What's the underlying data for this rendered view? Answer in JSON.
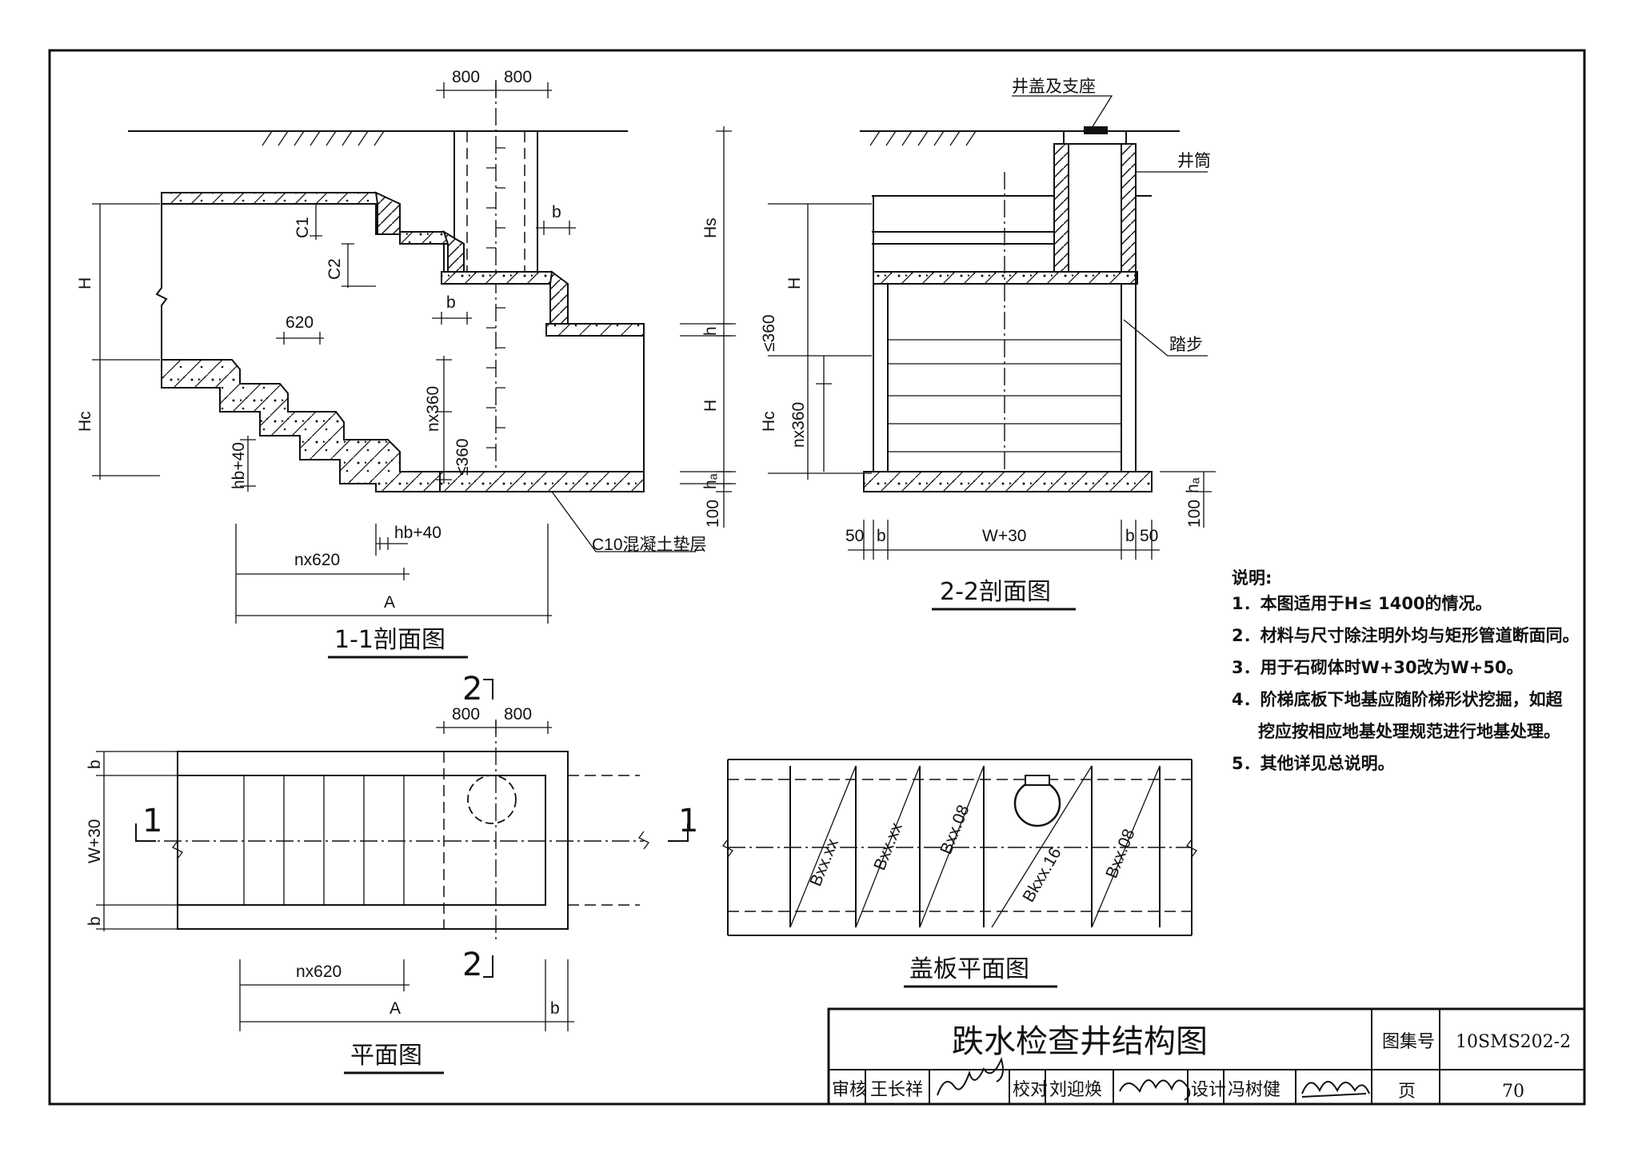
{
  "section_1_1": {
    "title": "1-1剖面图",
    "dims": {
      "d800a": "800",
      "d800b": "800",
      "b_top": "b",
      "b_mid": "b",
      "c1": "C1",
      "c2": "C2",
      "d620": "620",
      "hs": "Hs",
      "h_right": "h",
      "h_right2": "H",
      "hd_right": "hₐ",
      "d100": "100",
      "h_left": "H",
      "hc_left": "Hc",
      "hb40_v": "hb+40",
      "nx360": "nx360",
      "le360": "≤360",
      "hb40": "hb+40",
      "nx620": "nx620",
      "a": "A"
    },
    "callouts": {
      "cushion": "C10混凝土垫层"
    }
  },
  "section_2_2": {
    "title": "2-2剖面图",
    "callouts": {
      "cover": "井盖及支座",
      "shaft": "井筒",
      "steps": "踏步"
    },
    "dims": {
      "h": "H",
      "le360": "≤360",
      "hc": "Hc",
      "nx360": "nx360",
      "hd": "hₐ",
      "d100": "100",
      "d50a": "50",
      "ba": "b",
      "w30": "W+30",
      "bb": "b",
      "d50b": "50"
    }
  },
  "plan": {
    "title": "平面图",
    "dims": {
      "d800a": "800",
      "d800b": "800",
      "b_top": "b",
      "w30": "W+30",
      "b_bot": "b",
      "nx620": "nx620",
      "a": "A",
      "b_right": "b"
    },
    "section_marks": {
      "s2_top": "2",
      "s2_bot": "2",
      "s1_left": "1",
      "s1_right": "1"
    }
  },
  "cover_plan": {
    "title": "盖板平面图",
    "slabs": [
      "Bxx.xx",
      "Bxx.xx",
      "Bxx.08",
      "Bkxx.16",
      "Bxx.08"
    ]
  },
  "notes": {
    "heading": "说明:",
    "items": [
      "1．本图适用于H≤ 1400的情况。",
      "2．材料与尺寸除注明外均与矩形管道断面同。",
      "3．用于石砌体时W+30改为W+50。",
      "4．阶梯底板下地基应随阶梯形状挖掘，如超",
      "挖应按相应地基处理规范进行地基处理。",
      "5．其他详见总说明。"
    ]
  },
  "title_block": {
    "drawing_title": "跌水检查井结构图",
    "atlas_label": "图集号",
    "atlas_no": "10SMS202-2",
    "review_label": "审核",
    "reviewer": "王长祥",
    "check_label": "校对",
    "checker": "刘迎焕",
    "design_label": "设计",
    "designer": "冯树健",
    "page_label": "页",
    "page_no": "70"
  }
}
